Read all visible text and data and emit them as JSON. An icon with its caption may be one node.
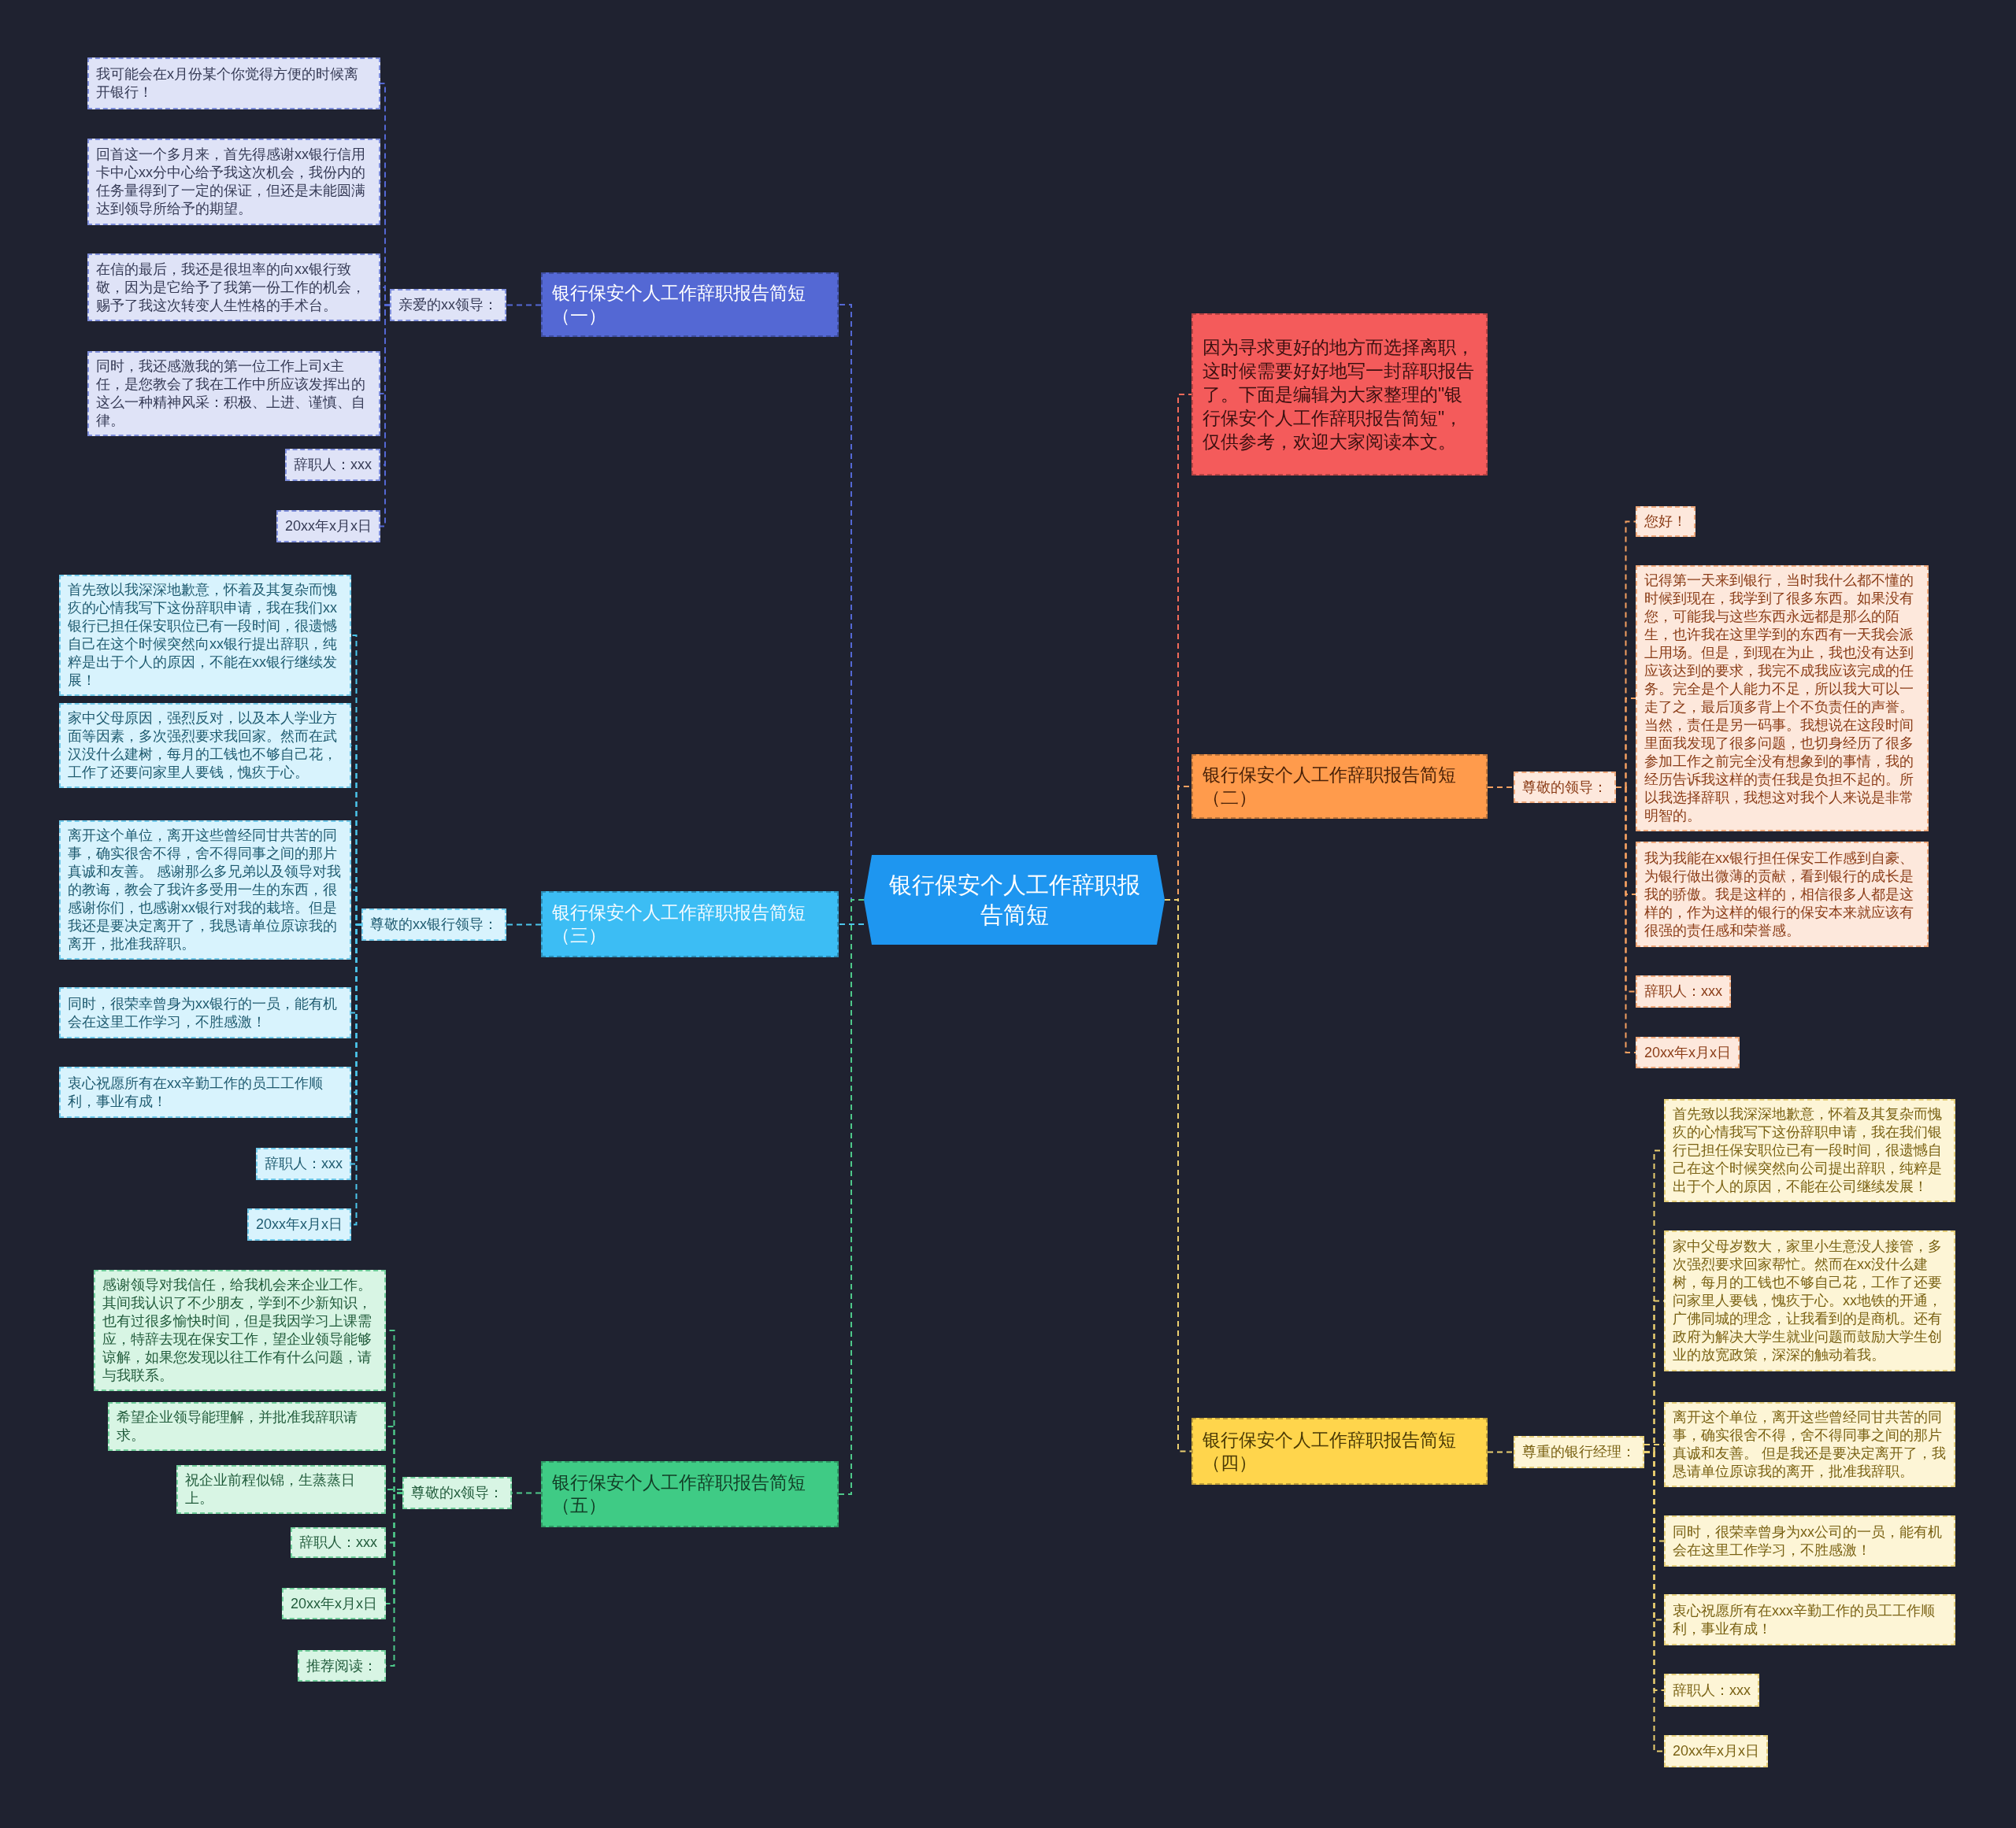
{
  "diagram": {
    "nodes": [
      {
        "text": [
          "银行保安个人工作辞职报告简短"
        ]
      },
      {
        "text": [
          "因为寻求更好的地方而选择离职，这时候需要好好地写一封辞职报告了。下面是编辑为大家整理的\"银行保安个人工作辞职报告简短\"，仅供参考，欢迎大家阅读本文。"
        ]
      },
      {
        "text": [
          "银行保安个人工作辞职报告简短（一）"
        ]
      },
      {
        "text": [
          "亲爱的xx领导："
        ]
      },
      {
        "text": [
          "我可能会在x月份某个你觉得方便的时候离开银行！"
        ]
      },
      {
        "text": [
          "回首这一个多月来，首先得感谢xx银行信用卡中心xx分中心给予我这次机会，我份内的任务量得到了一定的保证，但还是未能圆满达到领导所给予的期望。"
        ]
      },
      {
        "text": [
          "在信的最后，我还是很坦率的向xx银行致敬，因为是它给予了我第一份工作的机会，赐予了我这次转变人生性格的手术台。"
        ]
      },
      {
        "text": [
          "同时，我还感激我的第一位工作上司x主任，是您教会了我在工作中所应该发挥出的这么一种精神风采：积极、上进、谨慎、自律。"
        ]
      },
      {
        "text": [
          "辞职人：xxx"
        ]
      },
      {
        "text": [
          "20xx年x月x日"
        ]
      },
      {
        "text": [
          "银行保安个人工作辞职报告简短（三）"
        ]
      },
      {
        "text": [
          "尊敬的xx银行领导："
        ]
      },
      {
        "text": [
          "首先致以我深深地歉意，怀着及其复杂而愧疚的心情我写下这份辞职申请，我在我们xx银行已担任保安职位已有一段时间，很遗憾自己在这个时候突然向xx银行提出辞职，纯粹是出于个人的原因，不能在xx银行继续发展！"
        ]
      },
      {
        "text": [
          "家中父母原因，强烈反对，以及本人学业方面等因素，多次强烈要求我回家。然而在武汉没什么建树，每月的工钱也不够自己花，工作了还要问家里人要钱，愧疚于心。"
        ]
      },
      {
        "text": [
          "离开这个单位，离开这些曾经同甘共苦的同事，确实很舍不得，舍不得同事之间的那片真诚和友善。 感谢那么多兄弟以及领导对我的教诲，教会了我许多受用一生的东西，很感谢你们，也感谢xx银行对我的栽培。但是我还是要决定离开了，我恳请单位原谅我的离开，批准我辞职。"
        ]
      },
      {
        "text": [
          "同时，很荣幸曾身为xx银行的一员，能有机会在这里工作学习，不胜感激！"
        ]
      },
      {
        "text": [
          "衷心祝愿所有在xx辛勤工作的员工工作顺利，事业有成！"
        ]
      },
      {
        "text": [
          "辞职人：xxx"
        ]
      },
      {
        "text": [
          "20xx年x月x日"
        ]
      },
      {
        "text": [
          "银行保安个人工作辞职报告简短（五）"
        ]
      },
      {
        "text": [
          "尊敬的x领导："
        ]
      },
      {
        "text": [
          "感谢领导对我信任，给我机会来企业工作。其间我认识了不少朋友，学到不少新知识，也有过很多愉快时间，但是我因学习上课需应，特辞去现在保安工作，望企业领导能够谅解，如果您发现以往工作有什么问题，请与我联系。"
        ]
      },
      {
        "text": [
          "希望企业领导能理解，并批准我辞职请求。"
        ]
      },
      {
        "text": [
          "祝企业前程似锦，生蒸蒸日上。"
        ]
      },
      {
        "text": [
          "辞职人：xxx"
        ]
      },
      {
        "text": [
          "20xx年x月x日"
        ]
      },
      {
        "text": [
          "推荐阅读："
        ]
      },
      {
        "text": [
          "银行保安个人工作辞职报告简短（二）"
        ]
      },
      {
        "text": [
          "尊敬的领导："
        ]
      },
      {
        "text": [
          "您好！"
        ]
      },
      {
        "text": [
          "记得第一天来到银行，当时我什么都不懂的时候到现在，我学到了很多东西。如果没有您，可能我与这些东西永远都是那么的陌生，也许我在这里学到的东西有一天我会派上用场。但是，到现在为止，我也没有达到应该达到的要求，我完不成我应该完成的任务。完全是个人能力不足，所以我大可以一走了之，最后顶多背上个不负责任的声誉。当然，责任是另一码事。我想说在这段时间里面我发现了很多问题，也切身经历了很多参加工作之前完全没有想象到的事情，我的经历告诉我这样的责任我是负担不起的。所以我选择辞职，我想这对我个人来说是非常明智的。"
        ]
      },
      {
        "text": [
          "我为我能在xx银行担任保安工作感到自豪、为银行做出微薄的贡献，看到银行的成长是我的骄傲。我是这样的，相信很多人都是这样的，作为这样的银行的保安本来就应该有很强的责任感和荣誉感。"
        ]
      },
      {
        "text": [
          "辞职人：xxx"
        ]
      },
      {
        "text": [
          "20xx年x月x日"
        ]
      },
      {
        "text": [
          "银行保安个人工作辞职报告简短（四）"
        ]
      },
      {
        "text": [
          "尊重的银行经理："
        ]
      },
      {
        "text": [
          "首先致以我深深地歉意，怀着及其复杂而愧疚的心情我写下这份辞职申请，我在我们银行已担任保安职位已有一段时间，很遗憾自己在这个时候突然向公司提出辞职，纯粹是出于个人的原因，不能在公司继续发展！"
        ]
      },
      {
        "text": [
          "家中父母岁数大，家里小生意没人接管，多次强烈要求回家帮忙。然而在xx没什么建树，每月的工钱也不够自己花，工作了还要问家里人要钱，愧疚于心。xx地铁的开通，广佛同城的理念，让我看到的是商机。还有政府为解决大学生就业问题而鼓励大学生创业的放宽政策，深深的触动着我。"
        ]
      },
      {
        "text": [
          "离开这个单位，离开这些曾经同甘共苦的同事，确实很舍不得，舍不得同事之间的那片真诚和友善。 但是我还是要决定离开了，我恳请单位原谅我的离开，批准我辞职。"
        ]
      },
      {
        "text": [
          "同时，很荣幸曾身为xx公司的一员，能有机会在这里工作学习，不胜感激！"
        ]
      },
      {
        "text": [
          "衷心祝愿所有在xxx辛勤工作的员工工作顺利，事业有成！"
        ]
      },
      {
        "text": [
          "辞职人：xxx"
        ]
      },
      {
        "text": [
          "20xx年x月x日"
        ]
      }
    ],
    "edges": [
      {
        "from": 0,
        "to": 1,
        "arrow": "none",
        "style": "dashed",
        "color": "#f26a5a"
      },
      {
        "from": 0,
        "to": 2,
        "arrow": "none",
        "style": "dashed",
        "color": "#5468d4"
      },
      {
        "from": 2,
        "to": 3,
        "arrow": "none",
        "style": "dashed",
        "color": "#5468d4"
      },
      {
        "from": 3,
        "to": 4,
        "arrow": "none",
        "style": "dashed",
        "color": "#5468d4"
      },
      {
        "from": 3,
        "to": 5,
        "arrow": "none",
        "style": "dashed",
        "color": "#5468d4"
      },
      {
        "from": 3,
        "to": 6,
        "arrow": "none",
        "style": "dashed",
        "color": "#5468d4"
      },
      {
        "from": 3,
        "to": 7,
        "arrow": "none",
        "style": "dashed",
        "color": "#5468d4"
      },
      {
        "from": 3,
        "to": 8,
        "arrow": "none",
        "style": "dashed",
        "color": "#5468d4"
      },
      {
        "from": 3,
        "to": 9,
        "arrow": "none",
        "style": "dashed",
        "color": "#5468d4"
      },
      {
        "from": 0,
        "to": 10,
        "arrow": "none",
        "style": "dashed",
        "color": "#4cc6ec"
      },
      {
        "from": 10,
        "to": 11,
        "arrow": "none",
        "style": "dashed",
        "color": "#4cc6ec"
      },
      {
        "from": 11,
        "to": 12,
        "arrow": "none",
        "style": "dashed",
        "color": "#4cc6ec"
      },
      {
        "from": 11,
        "to": 13,
        "arrow": "none",
        "style": "dashed",
        "color": "#4cc6ec"
      },
      {
        "from": 11,
        "to": 14,
        "arrow": "none",
        "style": "dashed",
        "color": "#4cc6ec"
      },
      {
        "from": 11,
        "to": 15,
        "arrow": "none",
        "style": "dashed",
        "color": "#4cc6ec"
      },
      {
        "from": 11,
        "to": 16,
        "arrow": "none",
        "style": "dashed",
        "color": "#4cc6ec"
      },
      {
        "from": 11,
        "to": 17,
        "arrow": "none",
        "style": "dashed",
        "color": "#4cc6ec"
      },
      {
        "from": 11,
        "to": 18,
        "arrow": "none",
        "style": "dashed",
        "color": "#4cc6ec"
      },
      {
        "from": 0,
        "to": 19,
        "arrow": "none",
        "style": "dashed",
        "color": "#4ec88a"
      },
      {
        "from": 19,
        "to": 20,
        "arrow": "none",
        "style": "dashed",
        "color": "#4ec88a"
      },
      {
        "from": 20,
        "to": 21,
        "arrow": "none",
        "style": "dashed",
        "color": "#4ec88a"
      },
      {
        "from": 20,
        "to": 22,
        "arrow": "none",
        "style": "dashed",
        "color": "#4ec88a"
      },
      {
        "from": 20,
        "to": 23,
        "arrow": "none",
        "style": "dashed",
        "color": "#4ec88a"
      },
      {
        "from": 20,
        "to": 24,
        "arrow": "none",
        "style": "dashed",
        "color": "#4ec88a"
      },
      {
        "from": 20,
        "to": 25,
        "arrow": "none",
        "style": "dashed",
        "color": "#4ec88a"
      },
      {
        "from": 20,
        "to": 26,
        "arrow": "none",
        "style": "dashed",
        "color": "#4ec88a"
      },
      {
        "from": 0,
        "to": 27,
        "arrow": "none",
        "style": "dashed",
        "color": "#f5a060"
      },
      {
        "from": 27,
        "to": 28,
        "arrow": "none",
        "style": "dashed",
        "color": "#f5a060"
      },
      {
        "from": 28,
        "to": 29,
        "arrow": "none",
        "style": "dashed",
        "color": "#f5a060"
      },
      {
        "from": 28,
        "to": 30,
        "arrow": "none",
        "style": "dashed",
        "color": "#f5a060"
      },
      {
        "from": 28,
        "to": 31,
        "arrow": "none",
        "style": "dashed",
        "color": "#f5a060"
      },
      {
        "from": 28,
        "to": 32,
        "arrow": "none",
        "style": "dashed",
        "color": "#f5a060"
      },
      {
        "from": 28,
        "to": 33,
        "arrow": "none",
        "style": "dashed",
        "color": "#f5a060"
      },
      {
        "from": 0,
        "to": 34,
        "arrow": "none",
        "style": "dashed",
        "color": "#ecd070"
      },
      {
        "from": 34,
        "to": 35,
        "arrow": "none",
        "style": "dashed",
        "color": "#ecd070"
      },
      {
        "from": 35,
        "to": 36,
        "arrow": "none",
        "style": "dashed",
        "color": "#ecd070"
      },
      {
        "from": 35,
        "to": 37,
        "arrow": "none",
        "style": "dashed",
        "color": "#ecd070"
      },
      {
        "from": 35,
        "to": 38,
        "arrow": "none",
        "style": "dashed",
        "color": "#ecd070"
      },
      {
        "from": 35,
        "to": 39,
        "arrow": "none",
        "style": "dashed",
        "color": "#ecd070"
      },
      {
        "from": 35,
        "to": 40,
        "arrow": "none",
        "style": "dashed",
        "color": "#ecd070"
      },
      {
        "from": 35,
        "to": 41,
        "arrow": "none",
        "style": "dashed",
        "color": "#ecd070"
      },
      {
        "from": 35,
        "to": 42,
        "arrow": "none",
        "style": "dashed",
        "color": "#ecd070"
      }
    ]
  }
}
